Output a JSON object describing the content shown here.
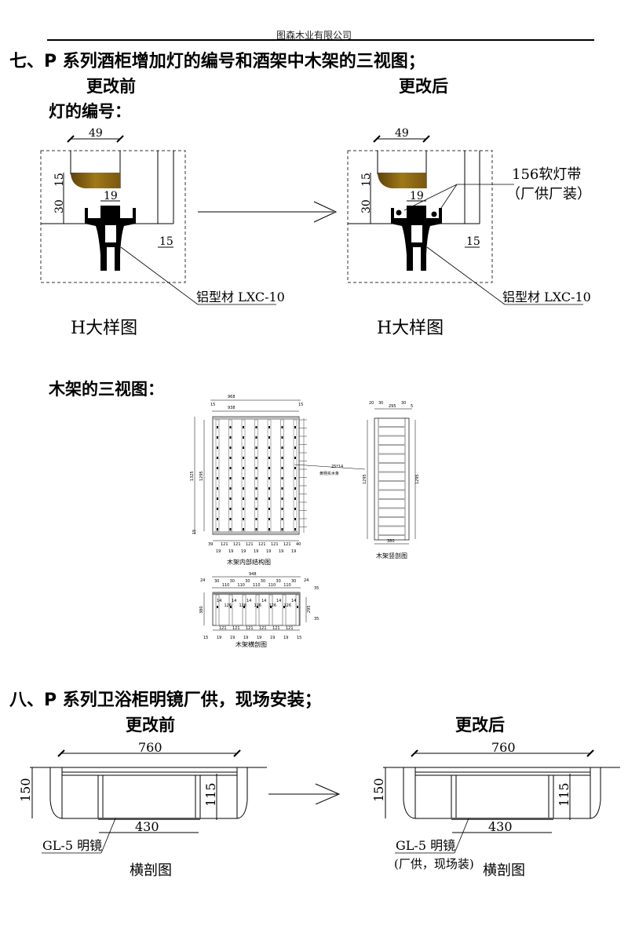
{
  "header": {
    "company": "图森木业有限公司"
  },
  "section7": {
    "title": "七、P 系列酒柜增加灯的编号和酒架中木架的三视图；",
    "before_label": "更改前",
    "after_label": "更改后",
    "subtitle_light": "灯的编号：",
    "detail_before": {
      "dims": {
        "width_top": "49",
        "h1": "15",
        "h2": "30",
        "inner": "19",
        "side": "15"
      },
      "material_label": "铝型材 LXC-10",
      "caption": "H大样图"
    },
    "detail_after": {
      "dims": {
        "width_top": "49",
        "h1": "15",
        "h2": "30",
        "inner": "19",
        "side": "15"
      },
      "light_label_line1": "156软灯带",
      "light_label_line2": "（厂供厂装）",
      "material_label": "铝型材 LXC-10",
      "caption": "H大样图"
    },
    "subtitle_rack": "木架的三视图：",
    "rack_front": {
      "top_outer": "968",
      "top_inner": "938",
      "top_left_edge": "15",
      "top_right_edge": "15",
      "left_outer": "1325",
      "left_inner": "1295",
      "bottom_edge": "15",
      "callout_line1": "25*14",
      "callout_line2": "黄杨实木条",
      "bottom_dims": [
        "39",
        "121",
        "121",
        "121",
        "121",
        "121",
        "121",
        "40"
      ],
      "bottom_small": [
        "19",
        "19",
        "19",
        "19",
        "19",
        "19",
        "19"
      ],
      "caption": "木架内部结构图"
    },
    "rack_side": {
      "top_dims": [
        "20",
        "30",
        "295",
        "30",
        "5"
      ],
      "left_height": "1295",
      "right_height": "1295",
      "bottom_width": "380",
      "caption": "木架竖剖图"
    },
    "rack_section": {
      "top_total": "948",
      "top_edges": [
        "24",
        "24"
      ],
      "top_dims": [
        "30",
        "110",
        "30",
        "110",
        "30",
        "110",
        "30",
        "110",
        "30",
        "110",
        "30"
      ],
      "inner_labels": [
        "14",
        "126",
        "14",
        "126",
        "14",
        "126",
        "14",
        "126",
        "14",
        "126",
        "14"
      ],
      "left_height": "380",
      "right_height": "295",
      "right_small": [
        "35",
        "35"
      ],
      "bottom_dims": [
        "121",
        "121",
        "121",
        "121",
        "121",
        "121"
      ],
      "bottom_small": [
        "15",
        "19",
        "19",
        "19",
        "19",
        "19",
        "19",
        "15"
      ],
      "caption": "木架横剖图"
    }
  },
  "section8": {
    "title": "八、P 系列卫浴柜明镜厂供，现场安装；",
    "before_label": "更改前",
    "after_label": "更改后",
    "before": {
      "dims": {
        "width": "760",
        "height": "150",
        "inner_height": "115",
        "mirror_width": "430"
      },
      "mirror_label": "GL-5 明镜",
      "caption": "横剖图"
    },
    "after": {
      "dims": {
        "width": "760",
        "height": "150",
        "inner_height": "115",
        "mirror_width": "430"
      },
      "mirror_label": "GL-5 明镜",
      "mirror_note": "(厂供，现场装)",
      "caption": "横剖图"
    }
  },
  "colors": {
    "wood": "#8a6414",
    "wood_dark": "#5e4208",
    "line": "#000000"
  }
}
